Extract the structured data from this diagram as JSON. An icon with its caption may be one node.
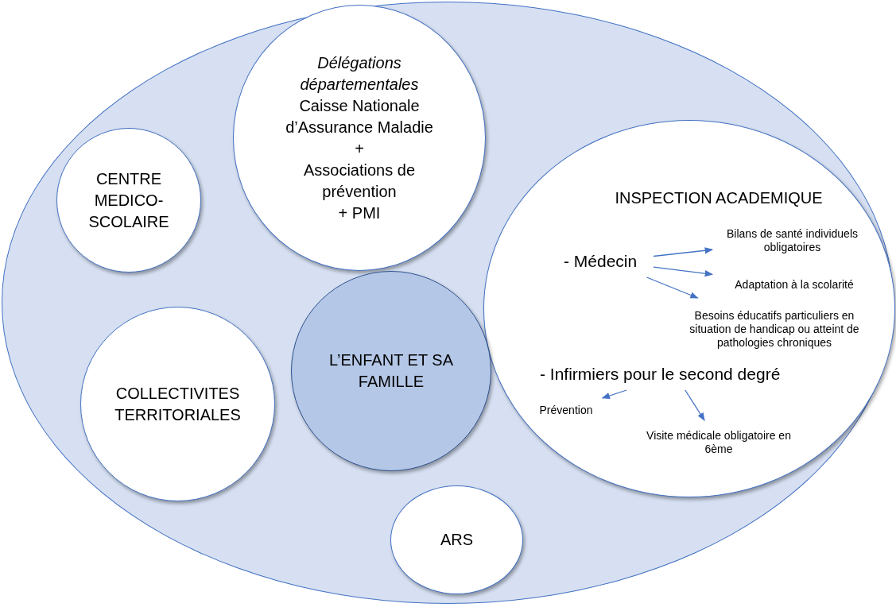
{
  "diagram": {
    "nodes": [
      {
        "text": [],
        "shape": "ellipse"
      },
      {
        "text": [
          "CENTRE MEDICO-SCOLAIRE"
        ],
        "in": 0
      },
      {
        "text": [
          "Délégations départementales",
          "Caisse Nationale d’Assurance Maladie",
          "+",
          "Associations de prévention",
          "+ PMI"
        ],
        "in": 0
      },
      {
        "text": [
          "INSPECTION ACADEMIQUE"
        ],
        "in": 0
      },
      {
        "text": [
          "- Médecin"
        ],
        "in": 3
      },
      {
        "text": [
          "Bilans de santé individuels obligatoires"
        ],
        "in": 3
      },
      {
        "text": [
          "Adaptation à la scolarité"
        ],
        "in": 3
      },
      {
        "text": [
          "Besoins éducatifs particuliers en situation de handicap ou atteint de pathologies chroniques"
        ],
        "in": 3
      },
      {
        "text": [
          "- Infirmiers pour le second degré"
        ],
        "in": 3
      },
      {
        "text": [
          "Prévention"
        ],
        "in": 3
      },
      {
        "text": [
          "Visite médicale obligatoire en 6ème"
        ],
        "in": 3
      },
      {
        "text": [
          "COLLECTIVITES TERRITORIALES"
        ],
        "in": 0
      },
      {
        "text": [
          "L’ENFANT ET SA FAMILLE"
        ],
        "in": 0
      },
      {
        "text": [
          "ARS"
        ],
        "in": 0
      }
    ],
    "edges": [
      {
        "from": 4,
        "to": 5,
        "arrow": "to"
      },
      {
        "from": 4,
        "to": 6,
        "arrow": "to"
      },
      {
        "from": 4,
        "to": 7,
        "arrow": "to"
      },
      {
        "from": 8,
        "to": 9,
        "arrow": "to"
      },
      {
        "from": 8,
        "to": 10,
        "arrow": "to"
      }
    ]
  }
}
